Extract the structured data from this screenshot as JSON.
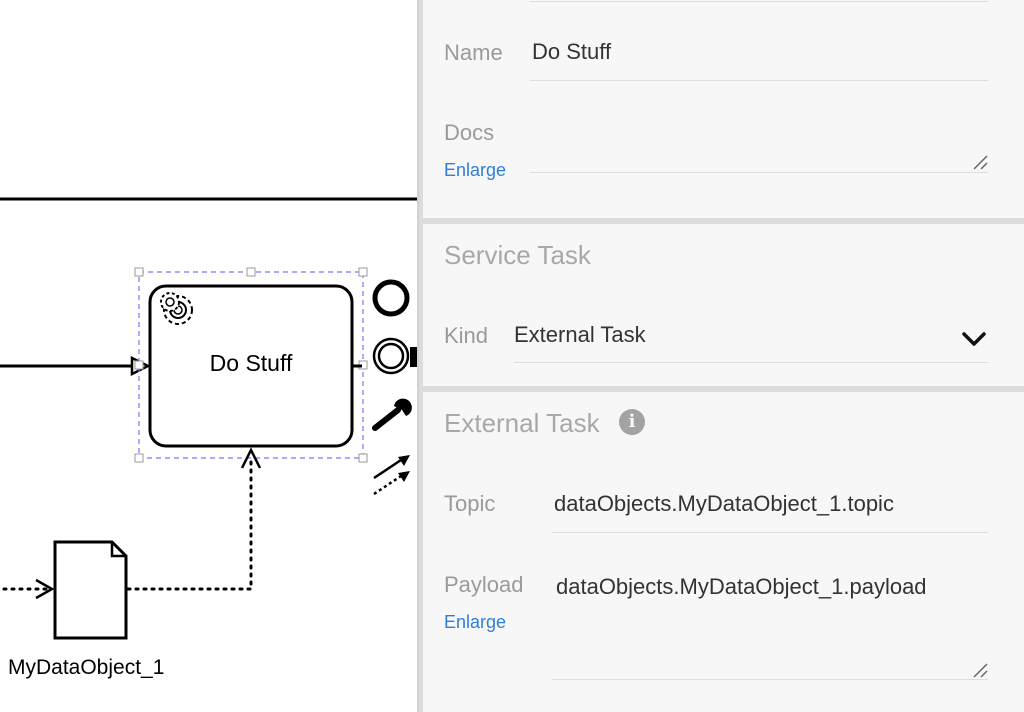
{
  "diagram": {
    "task_name": "Do Stuff",
    "data_object_name": "MyDataObject_1",
    "task_type_icon": "gear-icon",
    "context_pad": [
      "end-event-icon",
      "intermediate-event-icon",
      "wrench-icon",
      "connect-arrow-icon"
    ]
  },
  "panel": {
    "general": {
      "name_label": "Name",
      "name_value": "Do Stuff",
      "docs_label": "Docs",
      "docs_enlarge": "Enlarge"
    },
    "service_task": {
      "title": "Service Task",
      "kind_label": "Kind",
      "kind_value": "External Task"
    },
    "external_task": {
      "title": "External Task",
      "topic_label": "Topic",
      "topic_value": "dataObjects.MyDataObject_1.topic",
      "payload_label": "Payload",
      "payload_value": "dataObjects.MyDataObject_1.payload",
      "payload_enlarge": "Enlarge"
    }
  },
  "colors": {
    "link": "#2f7ed8",
    "label": "#9a9a9a",
    "value": "#333333",
    "selection": "#7777ff"
  }
}
